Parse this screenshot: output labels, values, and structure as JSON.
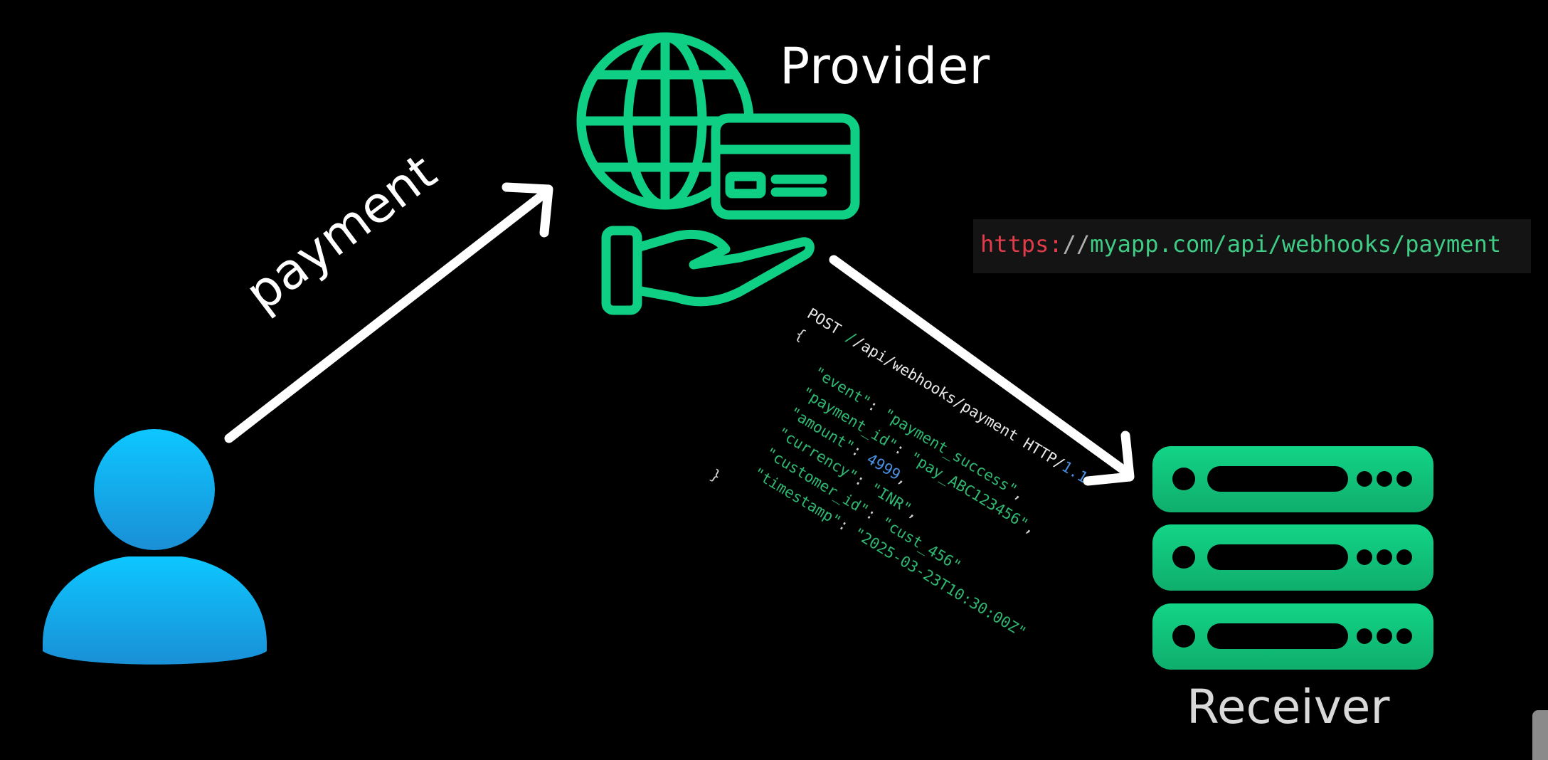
{
  "nodes": {
    "provider": {
      "label": "Provider",
      "icon": "globe-card-hand-icon",
      "color": "#0fcf85"
    },
    "receiver": {
      "label": "Receiver",
      "icon": "server-stack-icon",
      "color": "#12c97c"
    },
    "user": {
      "icon": "user-icon",
      "color": "#1ab8f0"
    }
  },
  "edges": {
    "user_to_provider": {
      "label": "payment"
    },
    "provider_to_receiver": {
      "label": ""
    }
  },
  "webhook_url": {
    "scheme": "https:",
    "slashes": "//",
    "rest": "myapp.com/api/webhooks/payment"
  },
  "request": {
    "method": "POST",
    "path": "/api/webhooks/payment",
    "protocol": "HTTP/",
    "version": "1.1",
    "open_brace": "{",
    "close_brace": "}",
    "fields": [
      {
        "key": "\"event\"",
        "sep": ": ",
        "value": "\"payment_success\"",
        "comma": ","
      },
      {
        "key": "\"payment_id\"",
        "sep": ": ",
        "value": "\"pay_ABC123456\"",
        "comma": ","
      },
      {
        "key": "\"amount\"",
        "sep": ": ",
        "value": "4999",
        "comma": ","
      },
      {
        "key": "\"currency\"",
        "sep": ": ",
        "value": "\"INR\"",
        "comma": ","
      },
      {
        "key": "\"customer_id\"",
        "sep": ": ",
        "value": "\"cust_456\"",
        "comma": ""
      },
      {
        "key": "\"timestamp\"",
        "sep": ": ",
        "value": "\"2025-03-23T10:30:00Z\"",
        "comma": ""
      }
    ]
  },
  "colors": {
    "background": "#000000",
    "arrow": "#ffffff",
    "code_key": "#2fb872",
    "code_number": "#4a90e2",
    "url_scheme": "#e23b4a"
  }
}
